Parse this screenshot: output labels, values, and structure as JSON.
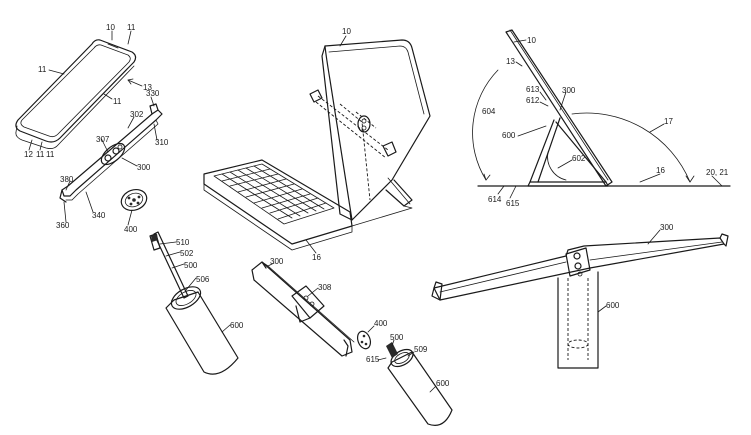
{
  "figure": {
    "description_free": true,
    "panels": {
      "exploded_view": {
        "labels": [
          "10",
          "11",
          "11",
          "13",
          "11",
          "11",
          "12",
          "11",
          "330",
          "302",
          "307",
          "310",
          "300",
          "380",
          "360",
          "340",
          "400"
        ]
      },
      "tablet_keyboard": {
        "labels": [
          "10",
          "16"
        ]
      },
      "side_view": {
        "labels": [
          "10",
          "13",
          "613",
          "612",
          "300",
          "604",
          "600",
          "17",
          "602",
          "16",
          "20, 21",
          "614",
          "615"
        ]
      },
      "stand_rod": {
        "labels": [
          "510",
          "502",
          "500",
          "506",
          "600"
        ]
      },
      "hinge_bar_exploded": {
        "labels": [
          "300",
          "308",
          "400",
          "500",
          "509",
          "615",
          "600"
        ]
      },
      "stand_front": {
        "labels": [
          "300",
          "600"
        ]
      }
    }
  }
}
